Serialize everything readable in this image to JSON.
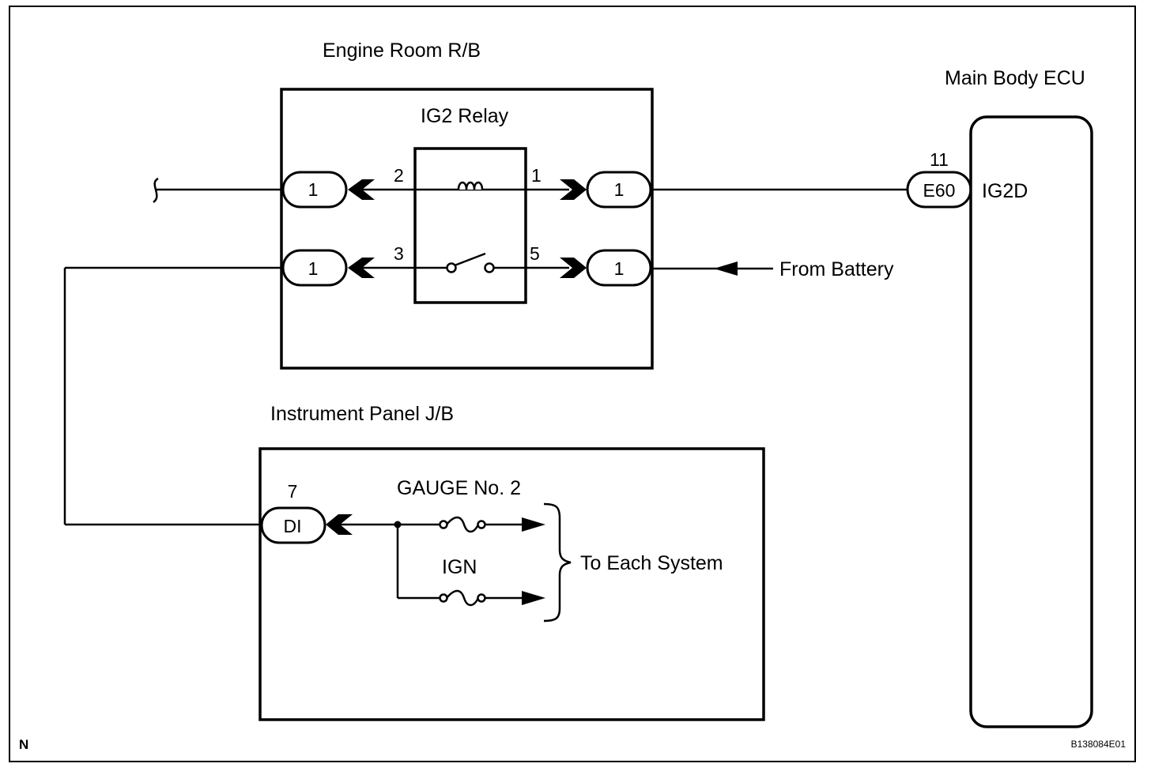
{
  "labels": {
    "engine_room_rb": "Engine Room R/B",
    "ig2_relay": "IG2 Relay",
    "main_body_ecu": "Main Body ECU",
    "instrument_panel_jb": "Instrument Panel J/B",
    "gauge_no2": "GAUGE No. 2",
    "ign": "IGN",
    "to_each_system": "To Each System",
    "from_battery": "From Battery",
    "ecu_terminal": "IG2D",
    "corner_letter": "N",
    "figure_code": "B138084E01"
  },
  "connectors": {
    "rb_left_top": "1",
    "rb_left_bottom": "1",
    "rb_right_top": "1",
    "rb_right_bottom": "1",
    "ecu_connector": "E60",
    "jb_connector": "DI"
  },
  "pins": {
    "relay_coil_left": "2",
    "relay_coil_right": "1",
    "relay_switch_left": "3",
    "relay_switch_right": "5",
    "ecu_pin": "11",
    "jb_pin": "7"
  }
}
